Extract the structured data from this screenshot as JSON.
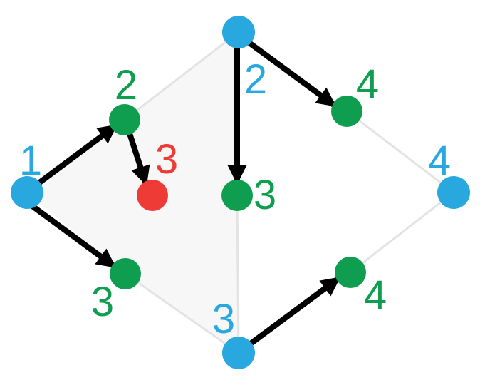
{
  "colors": {
    "blue": "#29a8e0",
    "green": "#0f9d4f",
    "red": "#ef3b35",
    "arrow": "#000000",
    "edge": "#e3e3e3",
    "region_fill": "#f7f7f7"
  },
  "labels": {
    "node_left": "1",
    "node_top": "2",
    "node_bottom": "3",
    "node_right": "4",
    "green_upper_left": "2",
    "red_center_left": "3",
    "green_lower_left": "3",
    "green_center": "3",
    "green_upper_right": "4",
    "green_lower_right": "4"
  }
}
